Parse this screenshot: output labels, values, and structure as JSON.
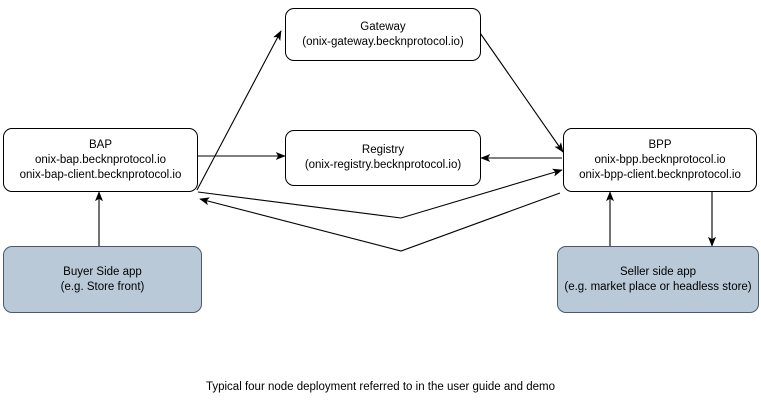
{
  "diagram": {
    "caption": "Typical four node deployment referred to in the user guide and demo",
    "colors": {
      "node_fill": "#ffffff",
      "app_fill": "#b9c9d8",
      "stroke": "#000000",
      "app_stroke": "#4a5a6a",
      "background": "#ffffff"
    },
    "nodes": {
      "gateway": {
        "title": "Gateway",
        "host": "(onix-gateway.becknprotocol.io)"
      },
      "registry": {
        "title": "Registry",
        "host": "(onix-registry.becknprotocol.io)"
      },
      "bap": {
        "title": "BAP",
        "host1": "onix-bap.becknprotocol.io",
        "host2": "onix-bap-client.becknprotocol.io"
      },
      "bpp": {
        "title": "BPP",
        "host1": "onix-bpp.becknprotocol.io",
        "host2": "onix-bpp-client.becknprotocol.io"
      },
      "buyer_app": {
        "title": "Buyer Side app",
        "subtitle": "(e.g. Store front)"
      },
      "seller_app": {
        "title": "Seller side app",
        "subtitle": "(e.g. market place or headless store)"
      }
    },
    "edges": [
      {
        "name": "bap-to-gateway",
        "from": "bap",
        "to": "gateway",
        "arrow": "to"
      },
      {
        "name": "gateway-to-bpp",
        "from": "gateway",
        "to": "bpp",
        "arrow": "to"
      },
      {
        "name": "bap-to-registry",
        "from": "bap",
        "to": "registry",
        "arrow": "to"
      },
      {
        "name": "bpp-to-registry",
        "from": "bpp",
        "to": "registry",
        "arrow": "to"
      },
      {
        "name": "bap-to-bpp",
        "from": "bap",
        "to": "bpp",
        "arrow": "to"
      },
      {
        "name": "bpp-to-bap",
        "from": "bpp",
        "to": "bap",
        "arrow": "to"
      },
      {
        "name": "buyer-app-to-bap",
        "from": "buyer_app",
        "to": "bap",
        "arrow": "to"
      },
      {
        "name": "seller-app-to-bpp",
        "from": "seller_app",
        "to": "bpp",
        "arrow": "to"
      },
      {
        "name": "bpp-to-seller-app",
        "from": "bpp",
        "to": "seller_app",
        "arrow": "to"
      }
    ]
  }
}
